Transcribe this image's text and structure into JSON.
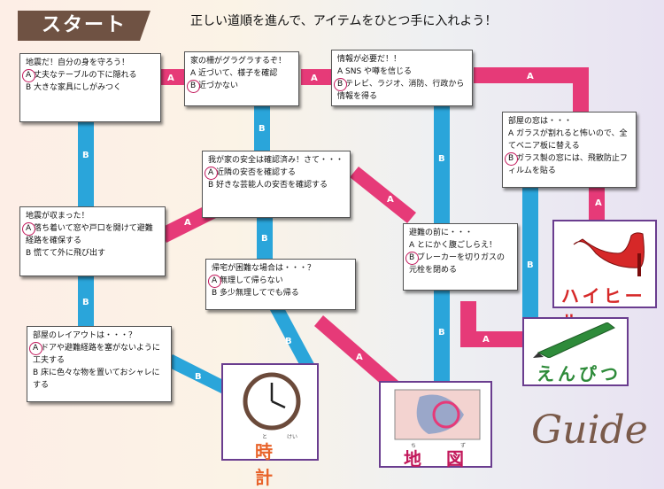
{
  "header": {
    "start": "スタート",
    "title": "正しい道順を進んで、アイテムをひとつ手に入れよう！"
  },
  "labels": {
    "a": "A",
    "b": "B"
  },
  "boxes": [
    {
      "id": "q1",
      "question": "地震だ！自分の身を守ろう！",
      "a": "丈夫なテーブルの下に隠れる",
      "b": "大きな家具にしがみつく",
      "selected": "A"
    },
    {
      "id": "q2",
      "question": "家の柵がグラグラするぞ！",
      "a": "近づいて、様子を確認",
      "b": "近づかない",
      "selected": "B"
    },
    {
      "id": "q3",
      "question": "情報が必要だ！！",
      "a": "SNS や噂を信じる",
      "b": "テレビ、ラジオ、消防、行政から情報を得る",
      "selected": "B"
    },
    {
      "id": "q4",
      "question": "部屋の窓は・・・",
      "a": "ガラスが割れると怖いので、全てベニア板に替える",
      "b": "ガラス製の窓には、飛散防止フィルムを貼る",
      "selected": "B"
    },
    {
      "id": "q5",
      "question": "我が家の安全は確認済み！さて・・・",
      "a": "近隣の安否を確認する",
      "b": "好きな芸能人の安否を確認する",
      "selected": "A"
    },
    {
      "id": "q6",
      "question": "地震が収まった！",
      "a": "落ち着いて窓や戸口を開けて避難経路を確保する",
      "b": "慌てて外に飛び出す",
      "selected": "A"
    },
    {
      "id": "q7",
      "question": "避難の前に・・・",
      "a": "とにかく腹ごしらえ！",
      "b": "ブレーカーを切りガスの元栓を閉める",
      "selected": "B"
    },
    {
      "id": "q8",
      "question": "帰宅が困難な場合は・・・？",
      "a": "無理して帰らない",
      "b": "多少無理してでも帰る",
      "selected": "A"
    },
    {
      "id": "q9",
      "question": "部屋のレイアウトは・・・？",
      "a": "ドアや避難経路を塞がないように工夫する",
      "b": "床に色々な物を置いておシャレにする",
      "selected": "A"
    }
  ],
  "results": {
    "heel": "ハイヒール",
    "pencil": "えんぴつ",
    "clock": "時　計",
    "map": "地　図"
  },
  "ruby": {
    "clock1": "と",
    "clock2": "けい",
    "map1": "ち",
    "map2": "ず"
  },
  "guide": "Guide",
  "colors": {
    "a_route": "#e63a78",
    "b_route": "#2aa5da",
    "start_bg": "#6f5243"
  }
}
